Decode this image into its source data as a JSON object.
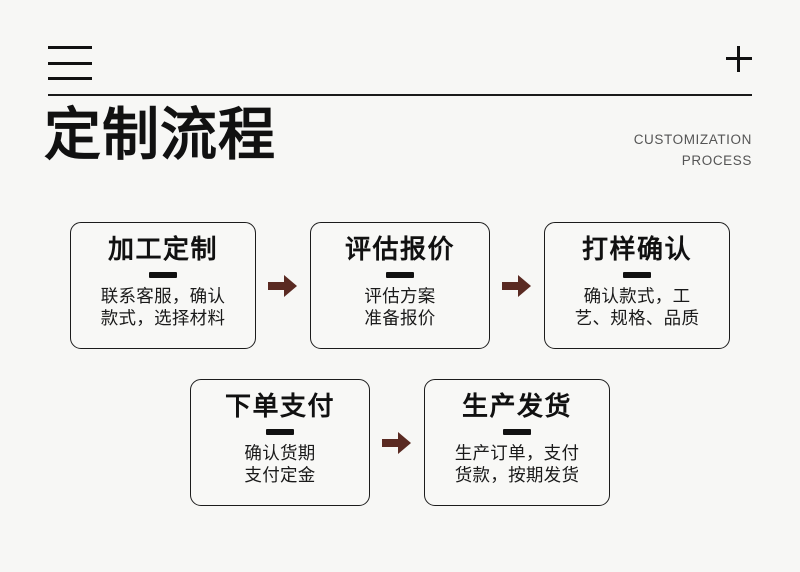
{
  "header": {
    "menu_icon": "hamburger-icon",
    "add_icon": "plus-icon",
    "title": "定制流程",
    "subtitle_line1": "CUSTOMIZATION",
    "subtitle_line2": "PROCESS"
  },
  "colors": {
    "background": "#f7f7f5",
    "text": "#111111",
    "subtitle": "#555555",
    "card_border": "#1c1c1c",
    "arrow": "#5a2a22"
  },
  "flow": {
    "arrow_icon": "arrow-right-icon",
    "row1": [
      {
        "title": "加工定制",
        "desc": "联系客服，确认\n款式，选择材料"
      },
      {
        "title": "评估报价",
        "desc": "评估方案\n准备报价"
      },
      {
        "title": "打样确认",
        "desc": "确认款式，工\n艺、规格、品质"
      }
    ],
    "row2": [
      {
        "title": "下单支付",
        "desc": "确认货期\n支付定金"
      },
      {
        "title": "生产发货",
        "desc": "生产订单，支付\n货款，按期发货"
      }
    ]
  }
}
